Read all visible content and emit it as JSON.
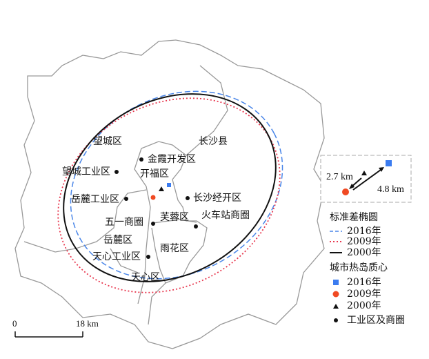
{
  "map": {
    "districts": [
      "望城区",
      "长沙县",
      "开福区",
      "芙蓉区",
      "岳麓区",
      "雨花区",
      "天心区"
    ],
    "points": [
      "金霞开发区",
      "望城工业区",
      "岳麓工业区",
      "长沙经开区",
      "五一商圈",
      "火车站商圈",
      "天心工业区"
    ]
  },
  "inset": {
    "dist_a": "2.7 km",
    "dist_b": "4.8 km"
  },
  "legend": {
    "ellipse_title": "标准差椭圆",
    "ellipses": [
      {
        "label": "2016年",
        "color": "#4a86e8",
        "style": "dashed"
      },
      {
        "label": "2009年",
        "color": "#e8384f",
        "style": "dotted"
      },
      {
        "label": "2000年",
        "color": "#111111",
        "style": "solid"
      }
    ],
    "centroid_title": "城市热岛质心",
    "centroids": [
      {
        "label": "2016年",
        "color": "#3b7cf0",
        "shape": "square"
      },
      {
        "label": "2009年",
        "color": "#f04a23",
        "shape": "circle"
      },
      {
        "label": "2000年",
        "color": "#111111",
        "shape": "triangle"
      }
    ],
    "points_label": "工业区及商圈"
  },
  "scale": {
    "start": "0",
    "end": "18 km"
  }
}
